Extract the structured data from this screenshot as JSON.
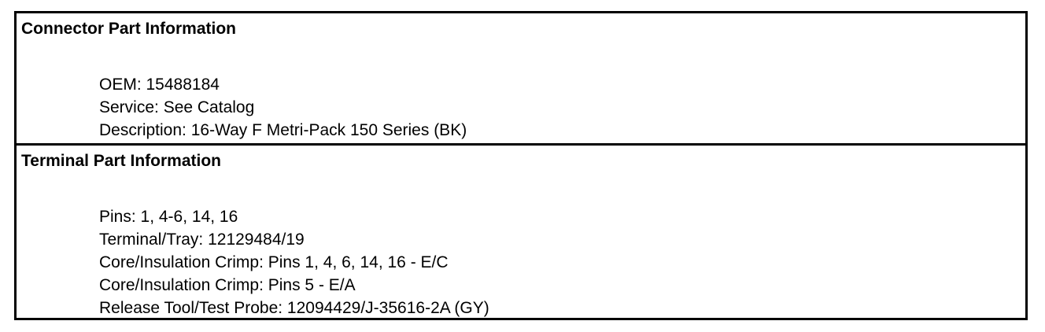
{
  "connector": {
    "title": "Connector Part Information",
    "lines": [
      "OEM: 15488184",
      "Service: See Catalog",
      "Description: 16-Way F Metri-Pack 150 Series (BK)"
    ]
  },
  "terminal": {
    "title": "Terminal Part Information",
    "lines": [
      "Pins: 1, 4-6, 14, 16",
      "Terminal/Tray: 12129484/19",
      "Core/Insulation Crimp: Pins 1, 4, 6, 14, 16 - E/C",
      "Core/Insulation Crimp: Pins 5 - E/A",
      "Release Tool/Test Probe: 12094429/J-35616-2A (GY)"
    ]
  }
}
